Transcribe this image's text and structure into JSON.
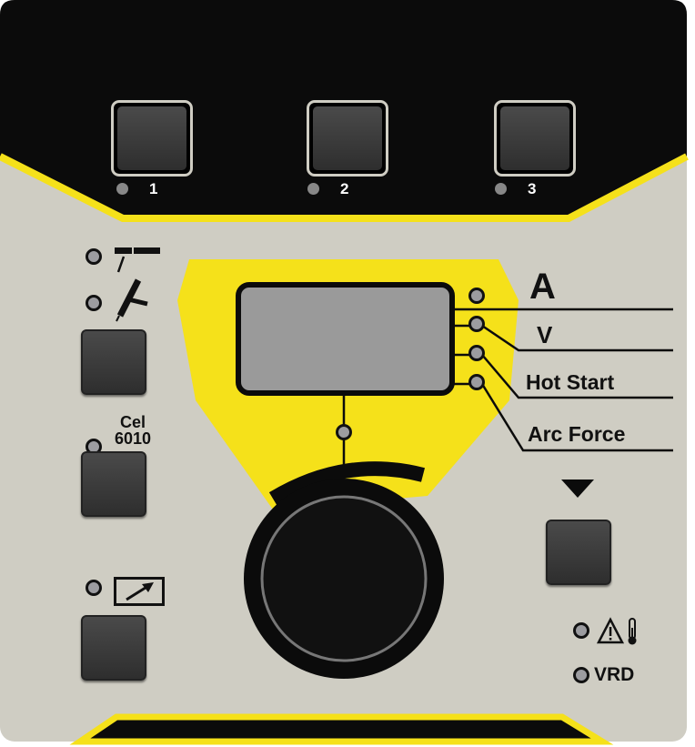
{
  "colors": {
    "panel": "#cfcdc3",
    "black": "#0b0b0b",
    "yellow": "#f5e11a",
    "display": "#9a9a9a",
    "led": "#9c9ca0"
  },
  "memory_buttons": [
    {
      "label": "1"
    },
    {
      "label": "2"
    },
    {
      "label": "3"
    }
  ],
  "mode_icons": [
    "tig-lift-icon",
    "stick-electrode-icon"
  ],
  "cel_label_line1": "Cel",
  "cel_label_line2": "6010",
  "parameters": {
    "a": "A",
    "v": "V",
    "hot_start": "Hot Start",
    "arc_force": "Arc Force"
  },
  "status": {
    "vrd": "VRD"
  }
}
